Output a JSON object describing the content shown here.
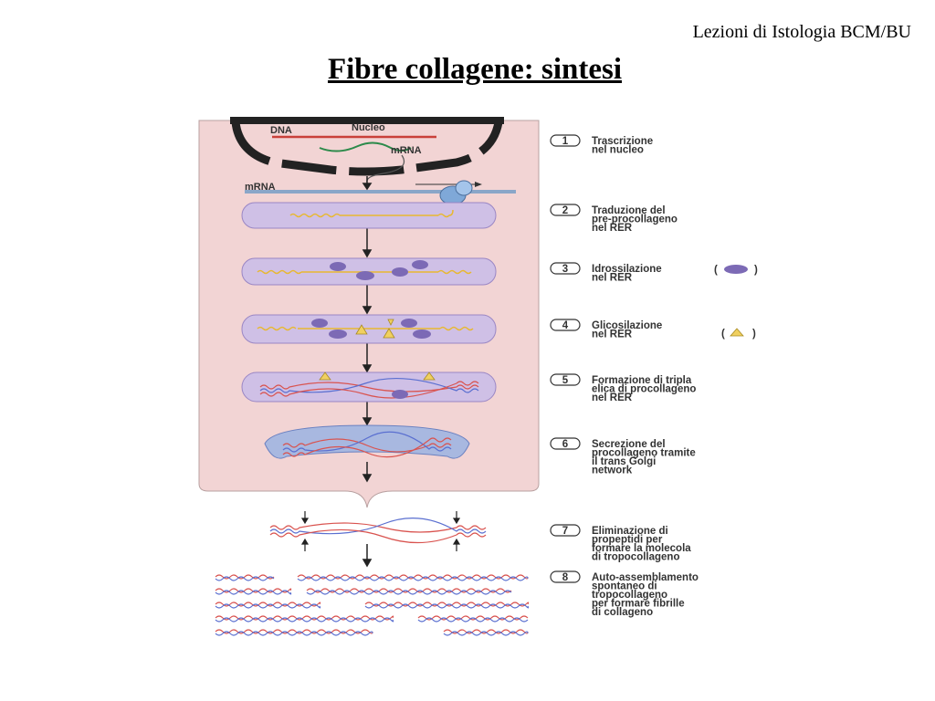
{
  "header": {
    "course": "Lezioni di Istologia BCM/BU",
    "title": "Fibre collagene: sintesi"
  },
  "diagram": {
    "labels": {
      "nucleus": "Nucleo",
      "dna": "DNA",
      "mrna_nucleus": "mRNA",
      "mrna_cytoplasm": "mRNA"
    },
    "steps": [
      {
        "number": "1",
        "lines": [
          "Trascrizione",
          "nel nucleo"
        ]
      },
      {
        "number": "2",
        "lines": [
          "Traduzione del",
          "pre-procollageno",
          "nel RER"
        ]
      },
      {
        "number": "3",
        "lines": [
          "Idrossilazione",
          "nel RER"
        ],
        "legend": "( )"
      },
      {
        "number": "4",
        "lines": [
          "Glicosilazione",
          "nel RER"
        ],
        "legend": "( )"
      },
      {
        "number": "5",
        "lines": [
          "Formazione di tripla",
          "elica di procollageno",
          "nel RER"
        ]
      },
      {
        "number": "6",
        "lines": [
          "Secrezione del",
          "procollageno tramite",
          "il trans Golgi",
          "network"
        ]
      },
      {
        "number": "7",
        "lines": [
          "Eliminazione di",
          "propeptidi per",
          "formare la molecola",
          "di tropocollageno"
        ]
      },
      {
        "number": "8",
        "lines": [
          "Auto-assemblamento",
          "spontaneo di",
          "tropocollageno",
          "per formare fibrille",
          "di collageno"
        ]
      }
    ],
    "colors": {
      "cell": "#f2d4d4",
      "rer": "#cfc0e6",
      "vesicle": "#a8b8e0",
      "strand_red": "#d9534f",
      "strand_blue": "#5a6fd0",
      "propeptide": "#e8b830",
      "hydroxyl": "#7c6ab5",
      "sugar": "#f0d060"
    }
  }
}
